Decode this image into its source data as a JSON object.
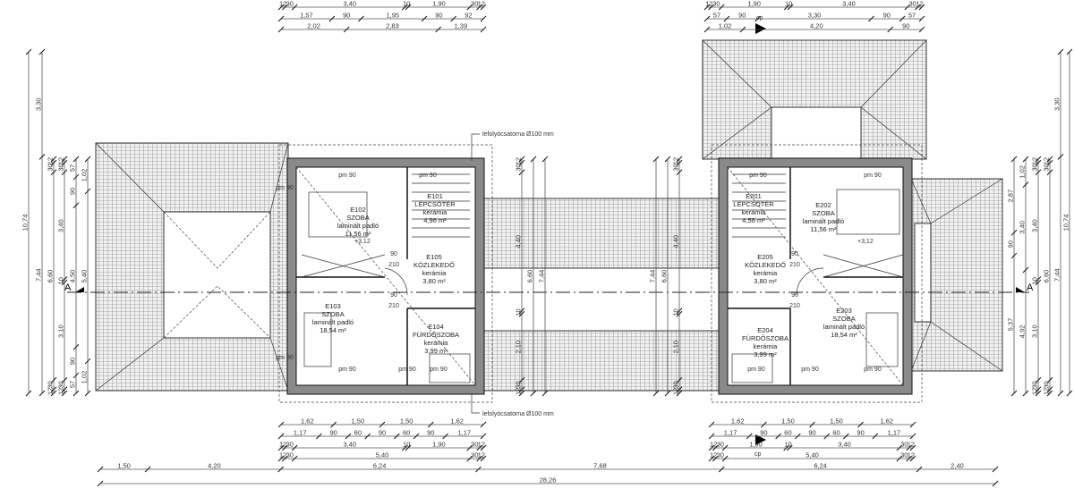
{
  "drawing": {
    "section_marker": "A",
    "level_mark": "+3,12",
    "drain_note": "lefolyócsatorna Ø100 mm",
    "window_label": "pm 90",
    "door_width": "90",
    "door_height": "210",
    "grid_label": "cp"
  },
  "rooms": [
    {
      "id": "E102",
      "name": "SZOBA",
      "floor": "laminált padló",
      "area": "11,56 m²"
    },
    {
      "id": "E101",
      "name": "LÉPCSŐTÉR",
      "floor": "kerámia",
      "area": "4,96 m²"
    },
    {
      "id": "E105",
      "name": "KÖZLEKEDŐ",
      "floor": "kerámia",
      "area": "3,80 m²"
    },
    {
      "id": "E103",
      "name": "SZOBA",
      "floor": "laminált padló",
      "area": "18,54 m²"
    },
    {
      "id": "E104",
      "name": "FÜRDŐSZOBA",
      "floor": "kerámia",
      "area": "3,99 m²"
    },
    {
      "id": "E201",
      "name": "LÉPCSŐTÉR",
      "floor": "kerámia",
      "area": "4,56 m²"
    },
    {
      "id": "E202",
      "name": "SZOBA",
      "floor": "laminált padló",
      "area": "11,56 m²"
    },
    {
      "id": "E205",
      "name": "KÖZLEKEDŐ",
      "floor": "kerámia",
      "area": "3,80 m²"
    },
    {
      "id": "E203",
      "name": "SZOBA",
      "floor": "laminált padló",
      "area": "18,54 m²"
    },
    {
      "id": "E204",
      "name": "FÜRDŐSZOBA",
      "floor": "kerámia",
      "area": "3,99 m²"
    }
  ],
  "dimensions": {
    "top_left": [
      [
        "12",
        "30",
        "3,40",
        "10",
        "1,90",
        "30",
        "12"
      ],
      [
        "1,57",
        "90",
        "1,95",
        "90",
        "92"
      ],
      [
        "2,02",
        "2,83",
        "1,39"
      ]
    ],
    "top_right": [
      [
        "12",
        "30",
        "1,90",
        "10",
        "3,40",
        "30",
        "12"
      ],
      [
        "57",
        "90",
        "3,30",
        "90",
        "57"
      ],
      [
        "1,02",
        "4,20",
        "90"
      ]
    ],
    "bottom_left": [
      [
        "1,62",
        "1,50",
        "1,50",
        "1,62"
      ],
      [
        "1,17",
        "90",
        "60",
        "90",
        "60",
        "90",
        "1,17"
      ],
      [
        "12",
        "30",
        "3,40",
        "10",
        "1,90",
        "30",
        "12"
      ],
      [
        "12",
        "30",
        "5,40",
        "30",
        "12"
      ]
    ],
    "bottom_right": [
      [
        "1,62",
        "1,50",
        "1,50",
        "1,62"
      ],
      [
        "1,17",
        "90",
        "60",
        "90",
        "60",
        "90",
        "1,17"
      ],
      [
        "12",
        "30",
        "1,90",
        "10",
        "3,40",
        "30",
        "12"
      ],
      [
        "12",
        "30",
        "5,40",
        "30",
        "12"
      ]
    ],
    "bottom_overall": [
      [
        "1,50",
        "4,20",
        "6,24",
        "7,68",
        "6,24",
        "2,40"
      ],
      [
        "28,26"
      ]
    ],
    "left": [
      [
        "10,74"
      ],
      [
        "3,30",
        "7,44"
      ],
      [
        "12",
        "30",
        "6,60",
        "30",
        "12"
      ],
      [
        "12",
        "30",
        "3,40",
        "10",
        "3,10",
        "30",
        "12"
      ],
      [
        "57",
        "90",
        "4,50",
        "90",
        "57"
      ],
      [
        "1,02",
        "5,40",
        "1,02"
      ]
    ],
    "right": [
      [
        "2,87",
        "90",
        "5,37"
      ],
      [
        "1,02",
        "3,40",
        "4,92"
      ],
      [
        "12",
        "30",
        "3,40",
        "10",
        "3,10",
        "30",
        "12"
      ],
      [
        "12",
        "30",
        "6,60",
        "30",
        "12"
      ],
      [
        "3,30",
        "7,44"
      ],
      [
        "10,74"
      ]
    ],
    "middle_left": [
      [
        "12",
        "30",
        "4,40",
        "10",
        "2,10",
        "30",
        "12"
      ],
      [
        "6,60"
      ],
      [
        "7,44"
      ]
    ],
    "middle_right": [
      [
        "7,44"
      ],
      [
        "6,60"
      ],
      [
        "12",
        "30",
        "4,40",
        "10",
        "2,10",
        "30",
        "12"
      ]
    ]
  }
}
